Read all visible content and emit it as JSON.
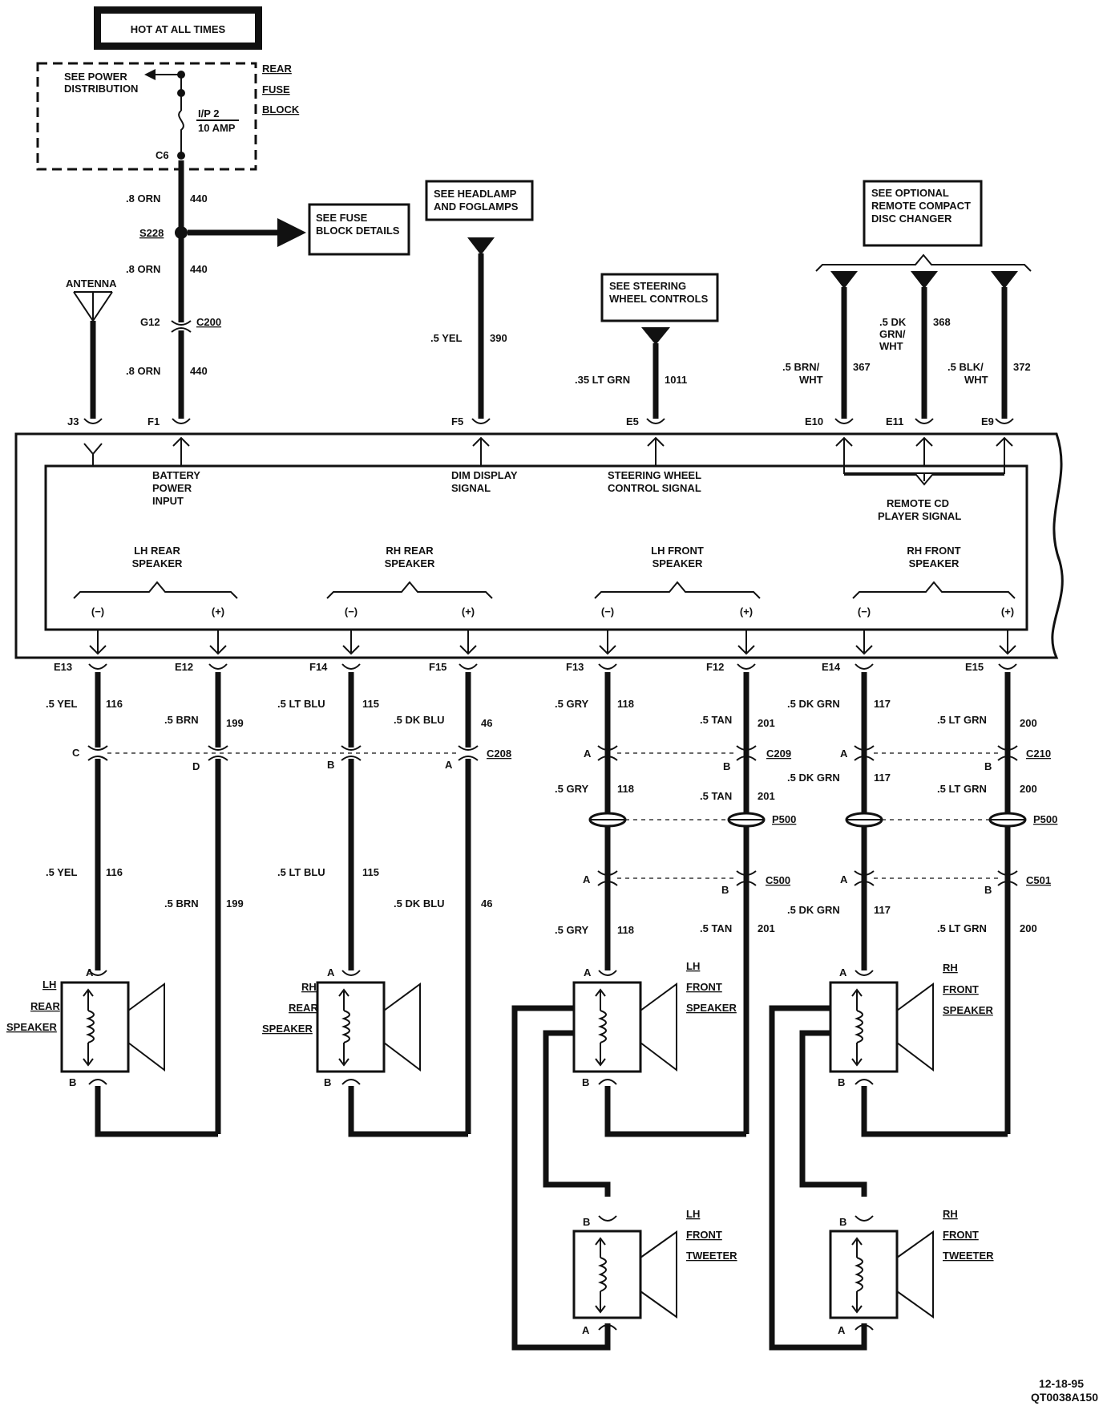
{
  "power": {
    "hot_label": "HOT AT ALL TIMES",
    "see_power_dist": [
      "SEE POWER",
      "DISTRIBUTION"
    ],
    "fuse_block_label": [
      "REAR",
      "FUSE",
      "BLOCK"
    ],
    "fuse_name": "I/P 2",
    "fuse_rating": "10 AMP",
    "conn_c6": "C6",
    "wire_size_color": ".8 ORN",
    "circuit": "440",
    "splice": "S228",
    "see_fuse_block": [
      "SEE FUSE",
      "BLOCK DETAILS"
    ],
    "conn_g12": "G12",
    "conn_c200": "C200",
    "pin_f1": "F1",
    "signal": [
      "BATTERY",
      "POWER",
      "INPUT"
    ]
  },
  "antenna": {
    "label": "ANTENNA",
    "pin": "J3"
  },
  "headlamp": {
    "see": [
      "SEE HEADLAMP",
      "AND FOGLAMPS"
    ],
    "wire": ".5 YEL",
    "circuit": "390",
    "pin": "F5",
    "signal": [
      "DIM DISPLAY",
      "SIGNAL"
    ]
  },
  "steering": {
    "see": [
      "SEE STEERING",
      "WHEEL CONTROLS"
    ],
    "wire": ".35 LT GRN",
    "circuit": "1011",
    "pin": "E5",
    "signal": [
      "STEERING WHEEL",
      "CONTROL SIGNAL"
    ]
  },
  "cd": {
    "see": [
      "SEE OPTIONAL",
      "REMOTE COMPACT",
      "DISC CHANGER"
    ],
    "wire1": [
      ".5 BRN/",
      "WHT"
    ],
    "circuit1": "367",
    "pin1": "E10",
    "wire2": [
      ".5 DK",
      "GRN/",
      "WHT"
    ],
    "circuit2": "368",
    "pin2": "E11",
    "wire3": [
      ".5 BLK/",
      "WHT"
    ],
    "circuit3": "372",
    "pin3": "E9",
    "signal": [
      "REMOTE CD",
      "PLAYER SIGNAL"
    ]
  },
  "speaker_groups": [
    {
      "title": [
        "LH REAR",
        "SPEAKER"
      ],
      "neg": "(−)",
      "pos": "(+)"
    },
    {
      "title": [
        "RH REAR",
        "SPEAKER"
      ],
      "neg": "(−)",
      "pos": "(+)"
    },
    {
      "title": [
        "LH FRONT",
        "SPEAKER"
      ],
      "neg": "(−)",
      "pos": "(+)"
    },
    {
      "title": [
        "RH FRONT",
        "SPEAKER"
      ],
      "neg": "(−)",
      "pos": "(+)"
    }
  ],
  "lh_rear": {
    "pin_neg": "E13",
    "pin_pos": "E12",
    "wire_neg": ".5 YEL",
    "circ_neg": "116",
    "wire_pos": ".5 BRN",
    "circ_pos": "199",
    "conn_c": "C",
    "conn_d": "D",
    "spk_a": "A",
    "spk_b": "B",
    "label": [
      "LH",
      "REAR",
      "SPEAKER"
    ]
  },
  "rh_rear": {
    "pin_neg": "F14",
    "pin_pos": "F15",
    "wire_neg": ".5 LT BLU",
    "circ_neg": "115",
    "wire_pos": ".5 DK BLU",
    "circ_pos": "46",
    "conn_b": "B",
    "conn_a": "A",
    "conn": "C208",
    "spk_a": "A",
    "spk_b": "B",
    "label": [
      "RH",
      "REAR",
      "SPEAKER"
    ]
  },
  "lh_front": {
    "pin_neg": "F13",
    "pin_pos": "F12",
    "wire_neg": ".5 GRY",
    "circ_neg": "118",
    "wire_pos": ".5 TAN",
    "circ_pos": "201",
    "conn1": "C209",
    "conn2": "P500",
    "conn3": "C500",
    "a": "A",
    "b": "B",
    "label": [
      "LH",
      "FRONT",
      "SPEAKER"
    ],
    "tweeter": [
      "LH",
      "FRONT",
      "TWEETER"
    ]
  },
  "rh_front": {
    "pin_neg": "E14",
    "pin_pos": "E15",
    "wire_neg": ".5 DK GRN",
    "circ_neg": "117",
    "wire_pos": ".5 LT GRN",
    "circ_pos": "200",
    "conn1": "C210",
    "conn2": "P500",
    "conn3": "C501",
    "a": "A",
    "b": "B",
    "label": [
      "RH",
      "FRONT",
      "SPEAKER"
    ],
    "tweeter": [
      "RH",
      "FRONT",
      "TWEETER"
    ]
  },
  "footer": {
    "date": "12-18-95",
    "code": "QT0038A150"
  }
}
